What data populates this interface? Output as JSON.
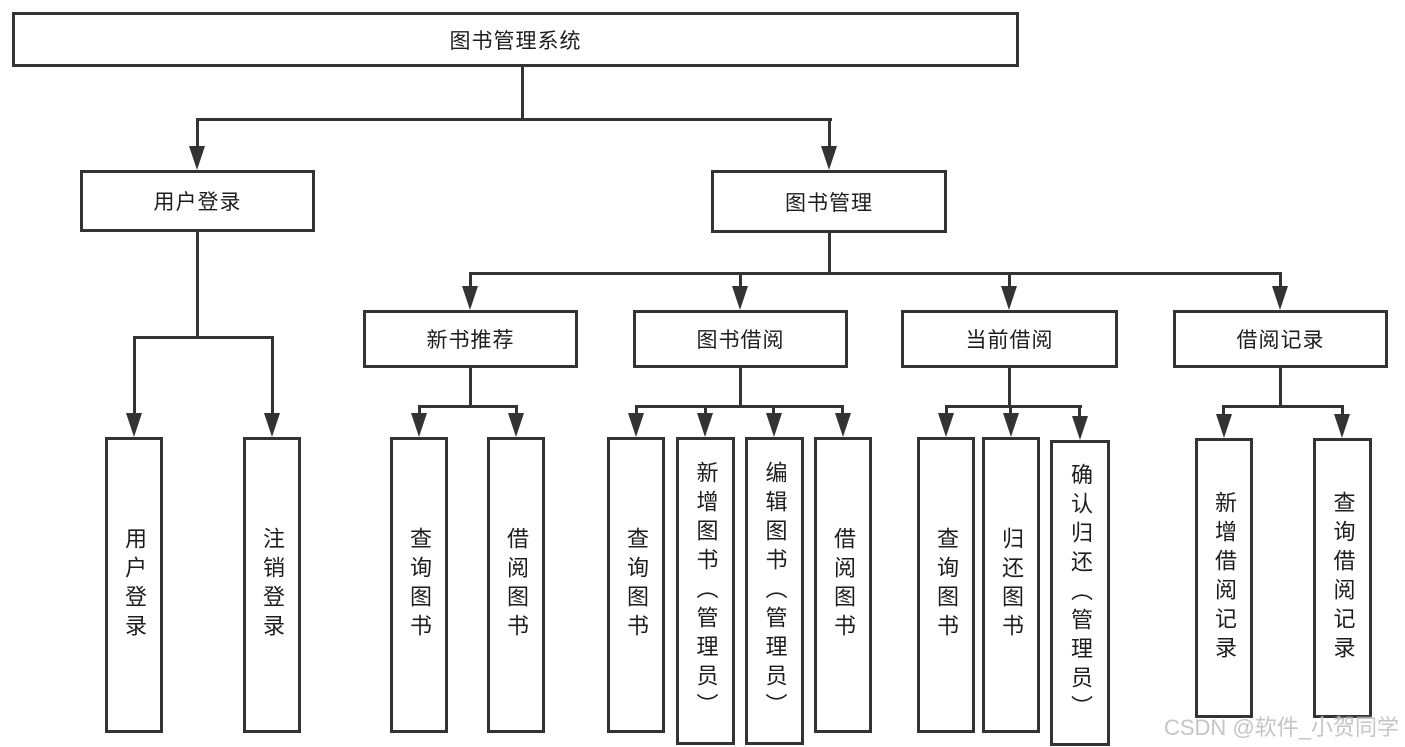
{
  "diagram": {
    "title": "图书管理系统",
    "user_login": {
      "label": "用户登录",
      "children": [
        "用户登录",
        "注销登录"
      ]
    },
    "book_management": {
      "label": "图书管理",
      "groups": [
        {
          "label": "新书推荐",
          "children": [
            "查询图书",
            "借阅图书"
          ]
        },
        {
          "label": "图书借阅",
          "children": [
            "查询图书",
            "新增图书（管理员）",
            "编辑图书（管理员）",
            "借阅图书"
          ]
        },
        {
          "label": "当前借阅",
          "children": [
            "查询图书",
            "归还图书",
            "确认归还（管理员）"
          ]
        },
        {
          "label": "借阅记录",
          "children": [
            "新增借阅记录",
            "查询借阅记录"
          ]
        }
      ]
    }
  },
  "watermark": "CSDN @软件_小贺同学",
  "colors": {
    "line": "#333333",
    "text": "#1d1d1d",
    "background": "#ffffff",
    "watermark": "#c5c5c5"
  }
}
